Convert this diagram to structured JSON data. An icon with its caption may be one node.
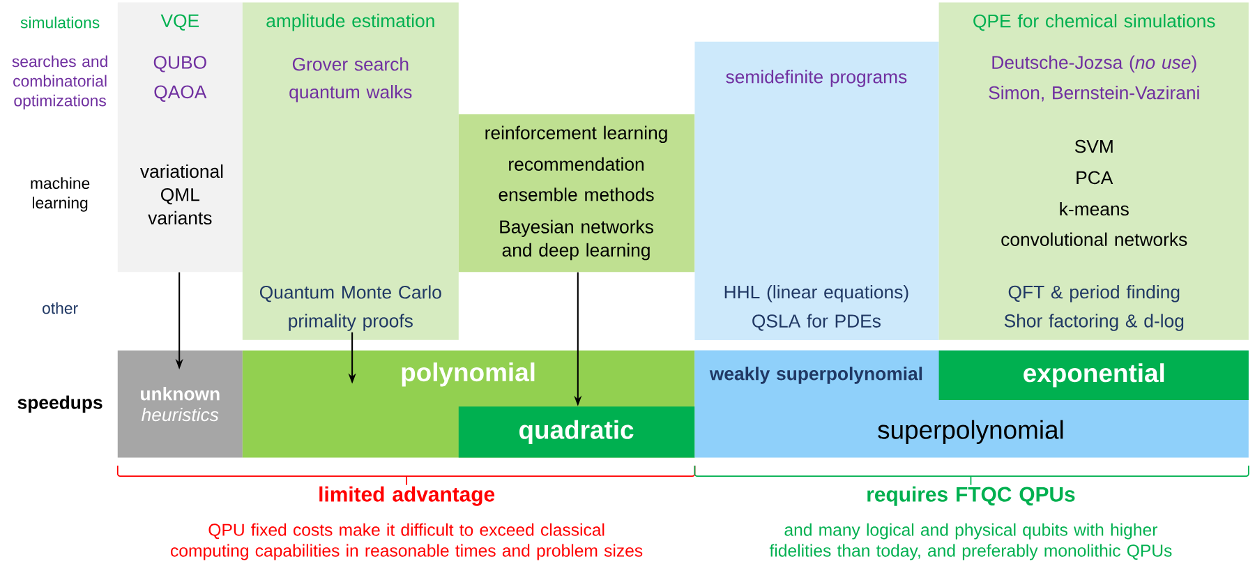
{
  "diagram": {
    "nodes": [
      {
        "text": [
          "VQE",
          "QUBO",
          "QAOA",
          "variational QML variants"
        ]
      },
      {
        "text": [
          "amplitude estimation",
          "Grover search",
          "quantum walks",
          "Quantum Monte Carlo",
          "primality proofs"
        ]
      },
      {
        "text": [
          "reinforcement learning",
          "recommendation",
          "ensemble methods",
          "Bayesian networks and deep learning"
        ]
      },
      {
        "text": [
          "semidefinite programs",
          "HHL (linear equations)",
          "QSLA for PDEs"
        ]
      },
      {
        "text": [
          "QPE for chemical simulations",
          "Deutsche-Jozsa (*no use*)",
          "Simon, Bernstein-Vazirani",
          "SVM",
          "PCA",
          "k-means",
          "convolutional networks",
          "QFT & period finding",
          "Shor factoring & d-log"
        ]
      },
      {
        "text": [
          "unknown",
          "heuristics"
        ]
      },
      {
        "text": [
          "polynomial"
        ]
      },
      {
        "text": [
          "quadratic"
        ],
        "in": 6
      },
      {
        "text": [
          "superpolynomial"
        ]
      },
      {
        "text": [
          "weakly superpolynomial"
        ],
        "in": 8
      },
      {
        "text": [
          "exponential"
        ],
        "in": 8
      }
    ],
    "edges": [
      {
        "from": 0,
        "to": 5,
        "arrow": "to"
      },
      {
        "from": 1,
        "to": 6,
        "arrow": "to"
      },
      {
        "from": 2,
        "to": 7,
        "arrow": "to"
      }
    ],
    "labels": [
      "simulations",
      "searches and combinatorial optimizations",
      "machine learning",
      "other",
      "speedups",
      "limited advantage",
      "QPU fixed costs make it difficult to exceed classical computing capabilities in reasonable times and problem sizes",
      "requires FTQC QPUs",
      "and many logical and physical qubits with higher fidelities than today, and preferably monolithic QPUs"
    ]
  }
}
